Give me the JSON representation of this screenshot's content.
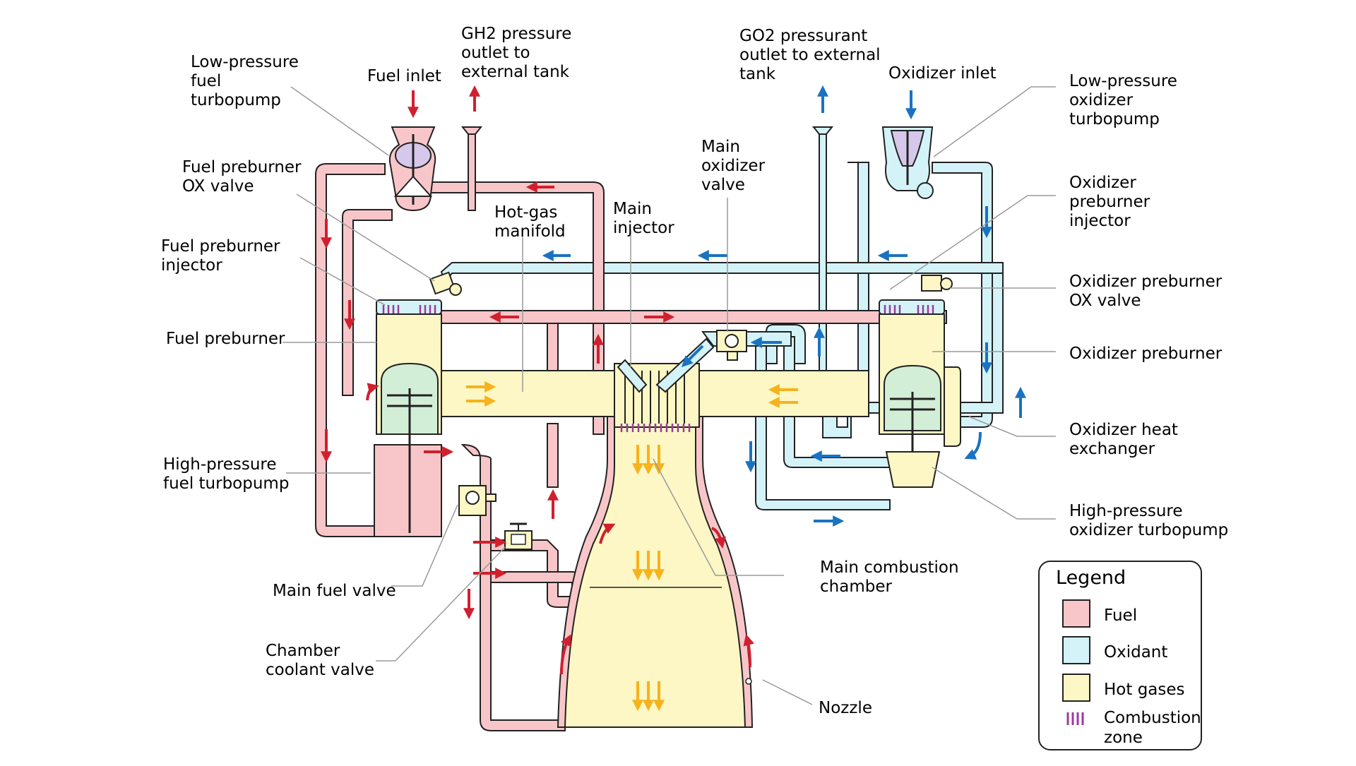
{
  "labels": {
    "lp_fuel_turbopump": [
      "Low-pressure",
      "fuel",
      "turbopump"
    ],
    "fuel_inlet": [
      "Fuel inlet"
    ],
    "gh2_outlet": [
      "GH2 pressure",
      "outlet to",
      "external tank"
    ],
    "go2_outlet": [
      "GO2 pressurant",
      "outlet to external",
      "tank"
    ],
    "oxidizer_inlet": [
      "Oxidizer inlet"
    ],
    "lp_ox_turbopump": [
      "Low-pressure",
      "oxidizer",
      "turbopump"
    ],
    "fuel_preburner_ox_valve": [
      "Fuel preburner",
      "OX valve"
    ],
    "main_oxidizer_valve": [
      "Main",
      "oxidizer",
      "valve"
    ],
    "hot_gas_manifold": [
      "Hot-gas",
      "manifold"
    ],
    "main_injector": [
      "Main",
      "injector"
    ],
    "ox_preburner_injector": [
      "Oxidizer",
      "preburner",
      "injector"
    ],
    "fuel_preburner_injector": [
      "Fuel preburner",
      "injector"
    ],
    "ox_preburner_ox_valve": [
      "Oxidizer preburner",
      "OX valve"
    ],
    "fuel_preburner": [
      "Fuel preburner"
    ],
    "ox_preburner": [
      "Oxidizer preburner"
    ],
    "ox_heat_exchanger": [
      "Oxidizer heat",
      "exchanger"
    ],
    "hp_fuel_turbopump": [
      "High-pressure",
      "fuel turbopump"
    ],
    "hp_ox_turbopump": [
      "High-pressure",
      "oxidizer turbopump"
    ],
    "main_fuel_valve": [
      "Main fuel valve"
    ],
    "main_combustion_chamber": [
      "Main combustion",
      "chamber"
    ],
    "chamber_coolant_valve": [
      "Chamber",
      "coolant valve"
    ],
    "nozzle": [
      "Nozzle"
    ]
  },
  "legend": {
    "title": "Legend",
    "items": [
      {
        "label": [
          "Fuel"
        ],
        "color": "#f8c6c9",
        "kind": "swatch"
      },
      {
        "label": [
          "Oxidant"
        ],
        "color": "#d3f3f8",
        "kind": "swatch"
      },
      {
        "label": [
          "Hot gases"
        ],
        "color": "#fcf7c4",
        "kind": "swatch"
      },
      {
        "label": [
          "Combustion",
          "zone"
        ],
        "color": "#9b3b9e",
        "kind": "stripes"
      }
    ]
  },
  "colors": {
    "fuel": "#f8c6c9",
    "oxidant": "#d3f3f8",
    "hot_gases": "#fcf7c4",
    "turbine": "#d3eed6",
    "fuel_arrow": "#d0202e",
    "ox_arrow": "#1a72c2",
    "hot_arrow": "#f7b21c",
    "combustion_zone": "#9b3b9e"
  }
}
